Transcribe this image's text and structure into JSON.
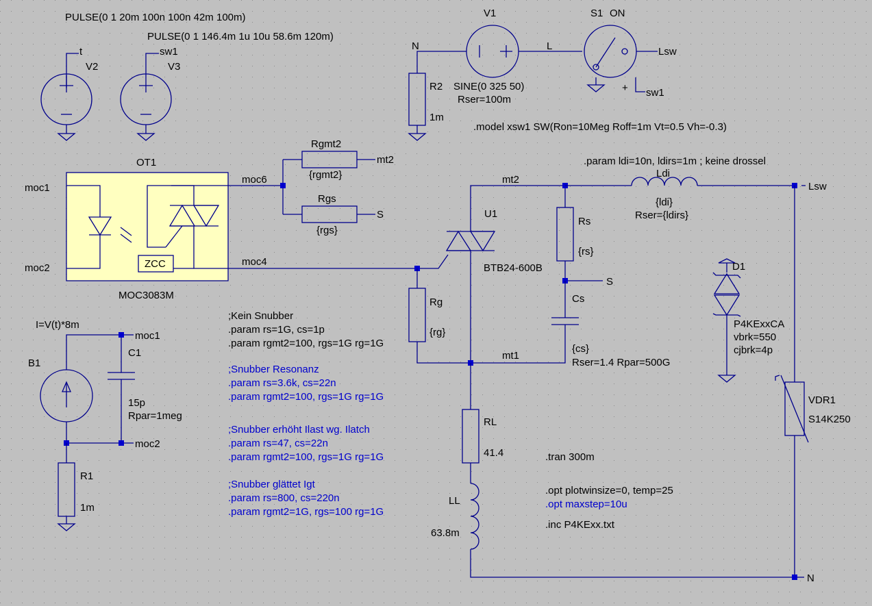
{
  "sources": {
    "v2": {
      "name": "V2",
      "net": "t",
      "value": "PULSE(0 1 20m 100n 100n 42m 100m)"
    },
    "v3": {
      "name": "V3",
      "net": "sw1",
      "value": "PULSE(0 1 146.4m 1u 10u 58.6m 120m)"
    },
    "v1": {
      "name": "V1",
      "value": "SINE(0 325 50)",
      "rser": "Rser=100m"
    },
    "s1": {
      "name": "S1",
      "state": "ON",
      "net_out": "Lsw",
      "net_ctrl": "sw1",
      "plus": "+"
    },
    "b1": {
      "name": "B1",
      "value": "I=V(t)*8m"
    }
  },
  "nets": {
    "N": "N",
    "L": "L",
    "Lsw": "Lsw",
    "mt2": "mt2",
    "mt1": "mt1",
    "S": "S",
    "moc1": "moc1",
    "moc2": "moc2",
    "moc4": "moc4",
    "moc6": "moc6"
  },
  "parts": {
    "r2": {
      "name": "R2",
      "value": "1m"
    },
    "rgmt2": {
      "name": "Rgmt2",
      "value": "{rgmt2}"
    },
    "rgs": {
      "name": "Rgs",
      "value": "{rgs}"
    },
    "ot1": {
      "name": "OT1",
      "model": "MOC3083M",
      "zcc": "ZCC"
    },
    "u1": {
      "name": "U1",
      "model": "BTB24-600B"
    },
    "rg": {
      "name": "Rg",
      "value": "{rg}"
    },
    "rs": {
      "name": "Rs",
      "value": "{rs}"
    },
    "cs": {
      "name": "Cs",
      "value": "{cs}",
      "extra": "Rser=1.4 Rpar=500G"
    },
    "ldi": {
      "name": "Ldi",
      "value": "{ldi}",
      "extra": "Rser={ldirs}"
    },
    "d1": {
      "name": "D1",
      "model": "P4KExxCA",
      "p1": "vbrk=550",
      "p2": "cjbrk=4p"
    },
    "vdr1": {
      "name": "VDR1",
      "model": "S14K250"
    },
    "rl": {
      "name": "RL",
      "value": "41.4"
    },
    "ll": {
      "name": "LL",
      "value": "63.8m"
    },
    "c1": {
      "name": "C1",
      "value": "15p",
      "extra": "Rpar=1meg"
    },
    "r1": {
      "name": "R1",
      "value": "1m"
    }
  },
  "directives": {
    "model": ".model xsw1 SW(Ron=10Meg Roff=1m Vt=0.5 Vh=-0.3)",
    "param_ldi": ".param ldi=10n, ldirs=1m ; keine drossel",
    "kein_title": ";Kein Snubber",
    "kein_1": ".param rs=1G, cs=1p",
    "kein_2": ".param rgmt2=100, rgs=1G rg=1G",
    "res_title": ";Snubber Resonanz",
    "res_1": ".param rs=3.6k, cs=22n",
    "res_2": ".param rgmt2=100, rgs=1G rg=1G",
    "erh_title": ";Snubber erhöht Ilast wg. Ilatch",
    "erh_1": ".param rs=47, cs=22n",
    "erh_2": ".param rgmt2=100, rgs=1G rg=1G",
    "gl_title": ";Snubber glättet Igt",
    "gl_1": ".param rs=800, cs=220n",
    "gl_2": ".param rgmt2=1G, rgs=100 rg=1G",
    "tran": ".tran 300m",
    "opt1": ".opt plotwinsize=0, temp=25",
    "opt2": ".opt maxstep=10u",
    "inc": ".inc P4KExx.txt"
  },
  "colors": {
    "background": "#c0c0c0",
    "wire": "#00008b",
    "node": "#0000cd",
    "optocoupler": "#ffffc0",
    "comment": "#0000cd"
  }
}
